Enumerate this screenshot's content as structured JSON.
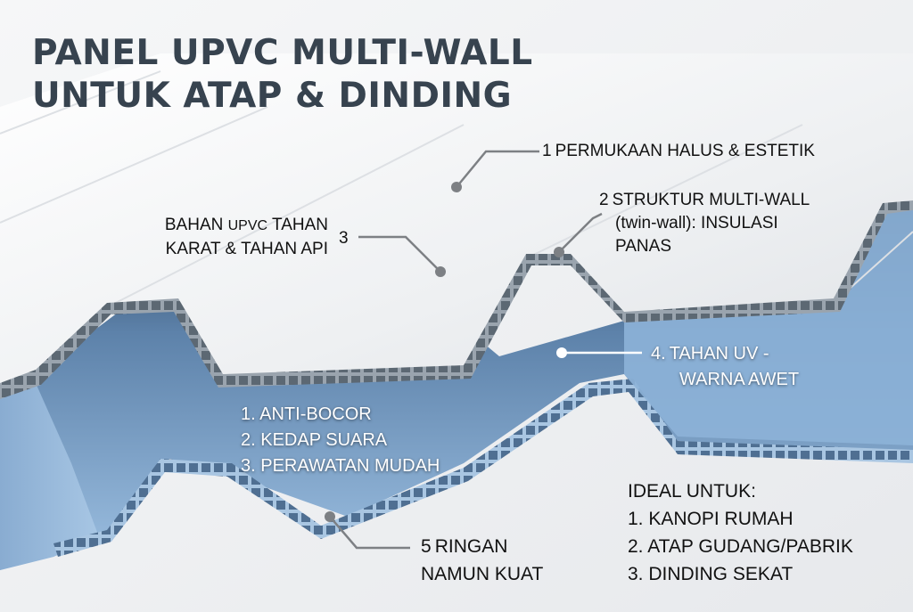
{
  "title": {
    "line1": "PANEL UPVC MULTI-WALL",
    "line2": "UNTUK ATAP & DINDING"
  },
  "callouts": [
    {
      "number": "1",
      "text": "PERMUKAAN HALUS & ESTETIK"
    },
    {
      "number": "2",
      "line1": "STRUKTUR MULTI-WALL",
      "line2": "(twin-wall): INSULASI",
      "line3": "PANAS"
    },
    {
      "number": "3",
      "line1_a": "BAHAN",
      "line1_b": "UPVC",
      "line1_c": "TAHAN",
      "line2": "KARAT & TAHAN API"
    },
    {
      "number": "4.",
      "line1": "TAHAN UV -",
      "line2": "WARNA AWET"
    },
    {
      "number": "5",
      "line1": "RINGAN",
      "line2": "NAMUN KUAT"
    }
  ],
  "benefits": [
    "1. ANTI-BOCOR",
    "2. KEDAP SUARA",
    "3. PERAWATAN MUDAH"
  ],
  "ideal_for": {
    "heading": "IDEAL UNTUK:",
    "items": [
      "1. KANOPI RUMAH",
      "2. ATAP GUDANG/PABRIK",
      "3. DINDING SEKAT"
    ]
  },
  "colors": {
    "title": "#37434f",
    "white_panel": "#f4f5f7",
    "blue_panel": "#8fb3d8",
    "blue_shadow": "#2f4560",
    "leader_line": "#7d8084",
    "background": "#f1f2f4"
  }
}
